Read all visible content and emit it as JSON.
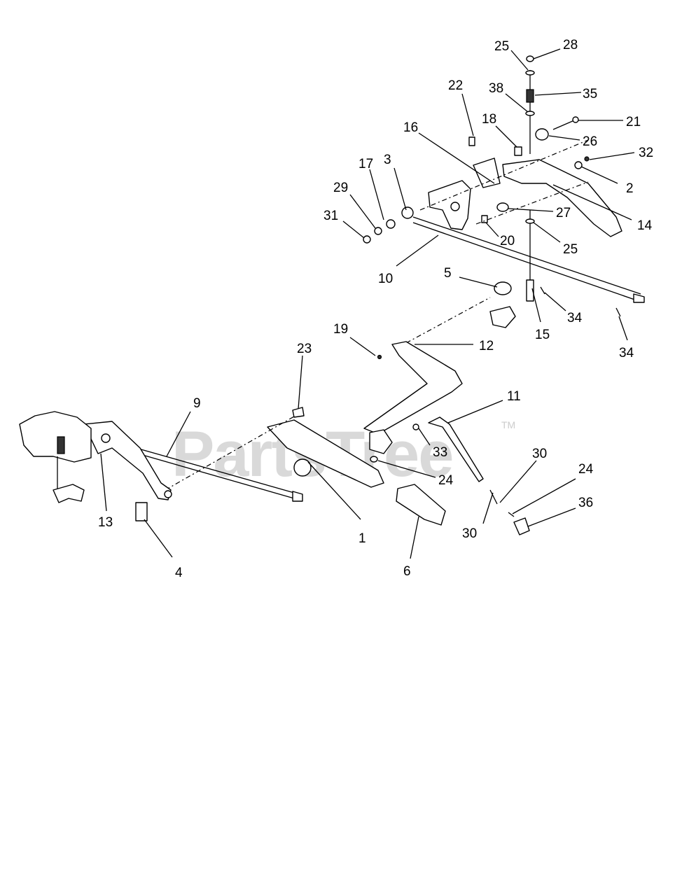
{
  "watermark": {
    "text": "PartsTree",
    "trademark": "TM",
    "color": "#d9d9d9"
  },
  "callouts": [
    "1",
    "2",
    "3",
    "4",
    "5",
    "6",
    "9",
    "10",
    "11",
    "12",
    "13",
    "14",
    "15",
    "16",
    "17",
    "18",
    "19",
    "20",
    "21",
    "22",
    "23",
    "24",
    "24",
    "25",
    "25",
    "26",
    "27",
    "28",
    "29",
    "30",
    "30",
    "31",
    "32",
    "33",
    "34",
    "34",
    "35",
    "36",
    "38"
  ]
}
